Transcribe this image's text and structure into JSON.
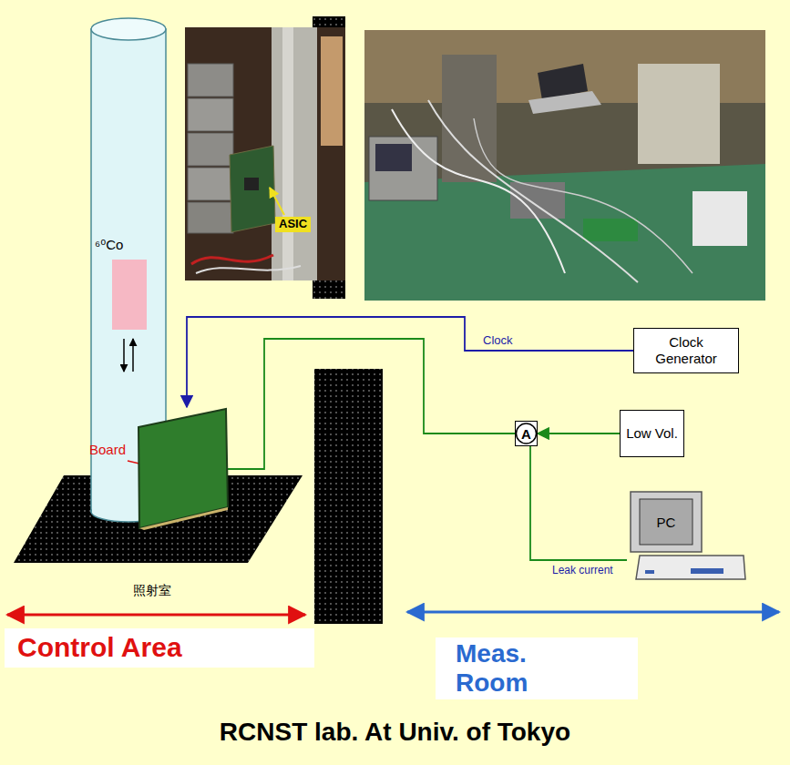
{
  "diagram": {
    "caption": "RCNST lab. At Univ. of Tokyo",
    "nodes": [
      {
        "text": [
          "Board"
        ]
      },
      {
        "text": [
          "Clock Generator"
        ]
      },
      {
        "text": [
          "Low Vol."
        ]
      },
      {
        "text": [
          "A"
        ]
      },
      {
        "text": [
          "PC"
        ]
      }
    ],
    "edges": [
      {
        "from": 1,
        "to": 0,
        "arrow": "to",
        "label": "Clock"
      },
      {
        "from": 2,
        "to": 3,
        "arrow": "to"
      },
      {
        "from": 0,
        "to": 3,
        "arrow": "none"
      },
      {
        "from": 3,
        "to": 4,
        "arrow": "none",
        "label": "Leak current"
      }
    ],
    "labels": [
      "⁶⁰Co",
      "ASIC",
      "照射室",
      "Control Area",
      "Meas. Room"
    ]
  }
}
